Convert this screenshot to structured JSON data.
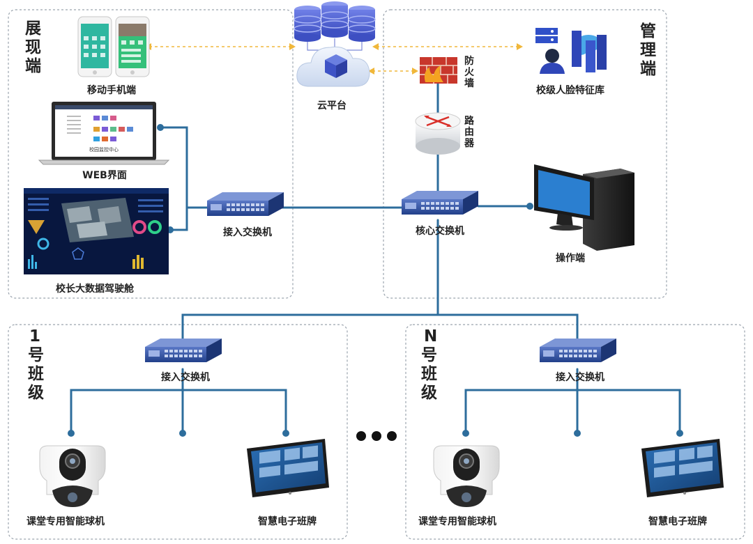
{
  "zones": {
    "display": "展现端",
    "management": "管理端",
    "class1": "1号班级",
    "classN": "N号班级"
  },
  "nodes": {
    "mobile": "移动手机端",
    "web": "WEB界面",
    "web_screen_title": "校园监控中心",
    "cockpit": "校长大数据驾驶舱",
    "cloud": "云平台",
    "firewall": "防火墙",
    "router": "路由器",
    "face_db": "校级人脸特征库",
    "access_switch": "接入交换机",
    "core_switch": "核心交换机",
    "operator": "操作端",
    "class1_switch": "接入交换机",
    "class1_camera": "课堂专用智能球机",
    "class1_board": "智慧电子班牌",
    "classN_switch": "接入交换机",
    "classN_camera": "课堂专用智能球机",
    "classN_board": "智慧电子班牌"
  },
  "colors": {
    "wire": "#2d6d9c",
    "dash": "#f0b73a",
    "switch": "#2c4f9e",
    "cloud": "#dfe8f6"
  }
}
